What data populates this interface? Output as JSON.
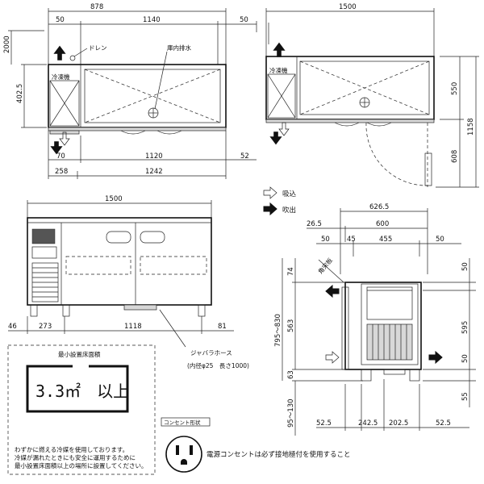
{
  "top_left_view": {
    "dims": {
      "d878": "878",
      "d1140": "1140",
      "d50a": "50",
      "d50b": "50",
      "d2000": "2000",
      "d402": "402.5",
      "d70": "70",
      "d1120": "1120",
      "d52": "52",
      "d258": "258",
      "d1242": "1242"
    },
    "labels": {
      "drain": "ドレン",
      "inner_drain": "庫内排水",
      "refrigerator": "冷凍機"
    }
  },
  "top_right_view": {
    "dims": {
      "d1500": "1500",
      "d550": "550",
      "d608": "608",
      "d1158": "1158"
    },
    "labels": {
      "refrigerator": "冷凍機"
    }
  },
  "legend": {
    "intake": "吸込",
    "exhaust": "吹出"
  },
  "front_view": {
    "dims": {
      "d1500": "1500",
      "d46": "46",
      "d273": "273",
      "d1118": "1118",
      "d81": "81"
    },
    "labels": {
      "hose": "ジャバラホース",
      "hose_spec": "(内径φ25　長さ1000)"
    }
  },
  "side_view": {
    "dims": {
      "d626": "626.5",
      "d26": "26.5",
      "d600": "600",
      "d50a": "50",
      "d45": "45",
      "d455": "455",
      "d50b": "50",
      "d74": "74",
      "d563": "563",
      "d795": "795～830",
      "d63": "63",
      "d95": "95～130",
      "d50r": "50",
      "d595": "595",
      "d50r2": "50",
      "d55": "55",
      "d52a": "52.5",
      "d242": "242.5",
      "d202": "202.5",
      "d52b": "52.5"
    },
    "labels": {
      "corner": "角宋板"
    }
  },
  "min_area": {
    "title": "最小設置床面積",
    "value": "3.3㎡　以上",
    "note1": "わずかに燃える冷媒を使用しております。",
    "note2": "冷媒が漏れたときにも安全に運用するために",
    "note3": "最小設置床面積以上の場所に設置してください。"
  },
  "outlet": {
    "tag": "コンセント形状",
    "note": "電源コンセントは必ず接地極付を使用すること"
  }
}
